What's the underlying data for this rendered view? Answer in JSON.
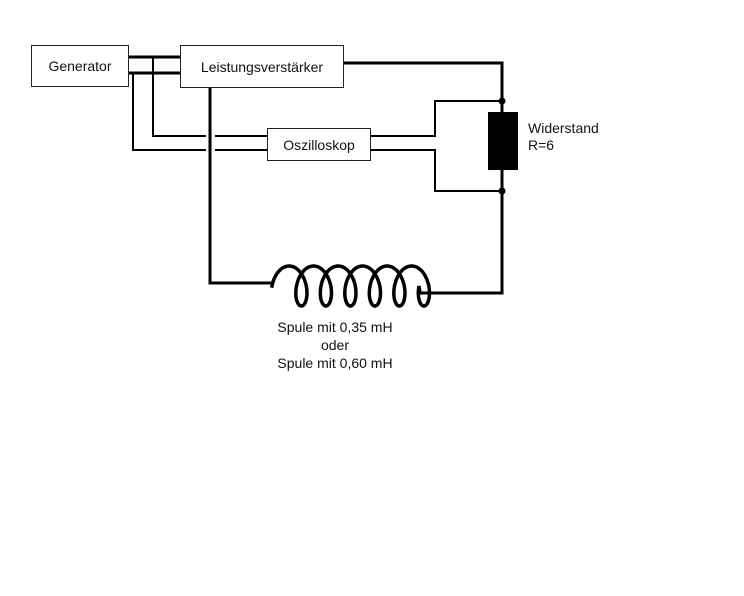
{
  "components": {
    "generator": "Generator",
    "amplifier": "Leistungsverstärker",
    "oscilloscope": "Oszilloskop",
    "resistor_name": "Widerstand",
    "resistor_value": "R=6",
    "coil_line1": "Spule mit 0,35 mH",
    "coil_line2": "oder",
    "coil_line3": "Spule mit 0,60 mH"
  }
}
